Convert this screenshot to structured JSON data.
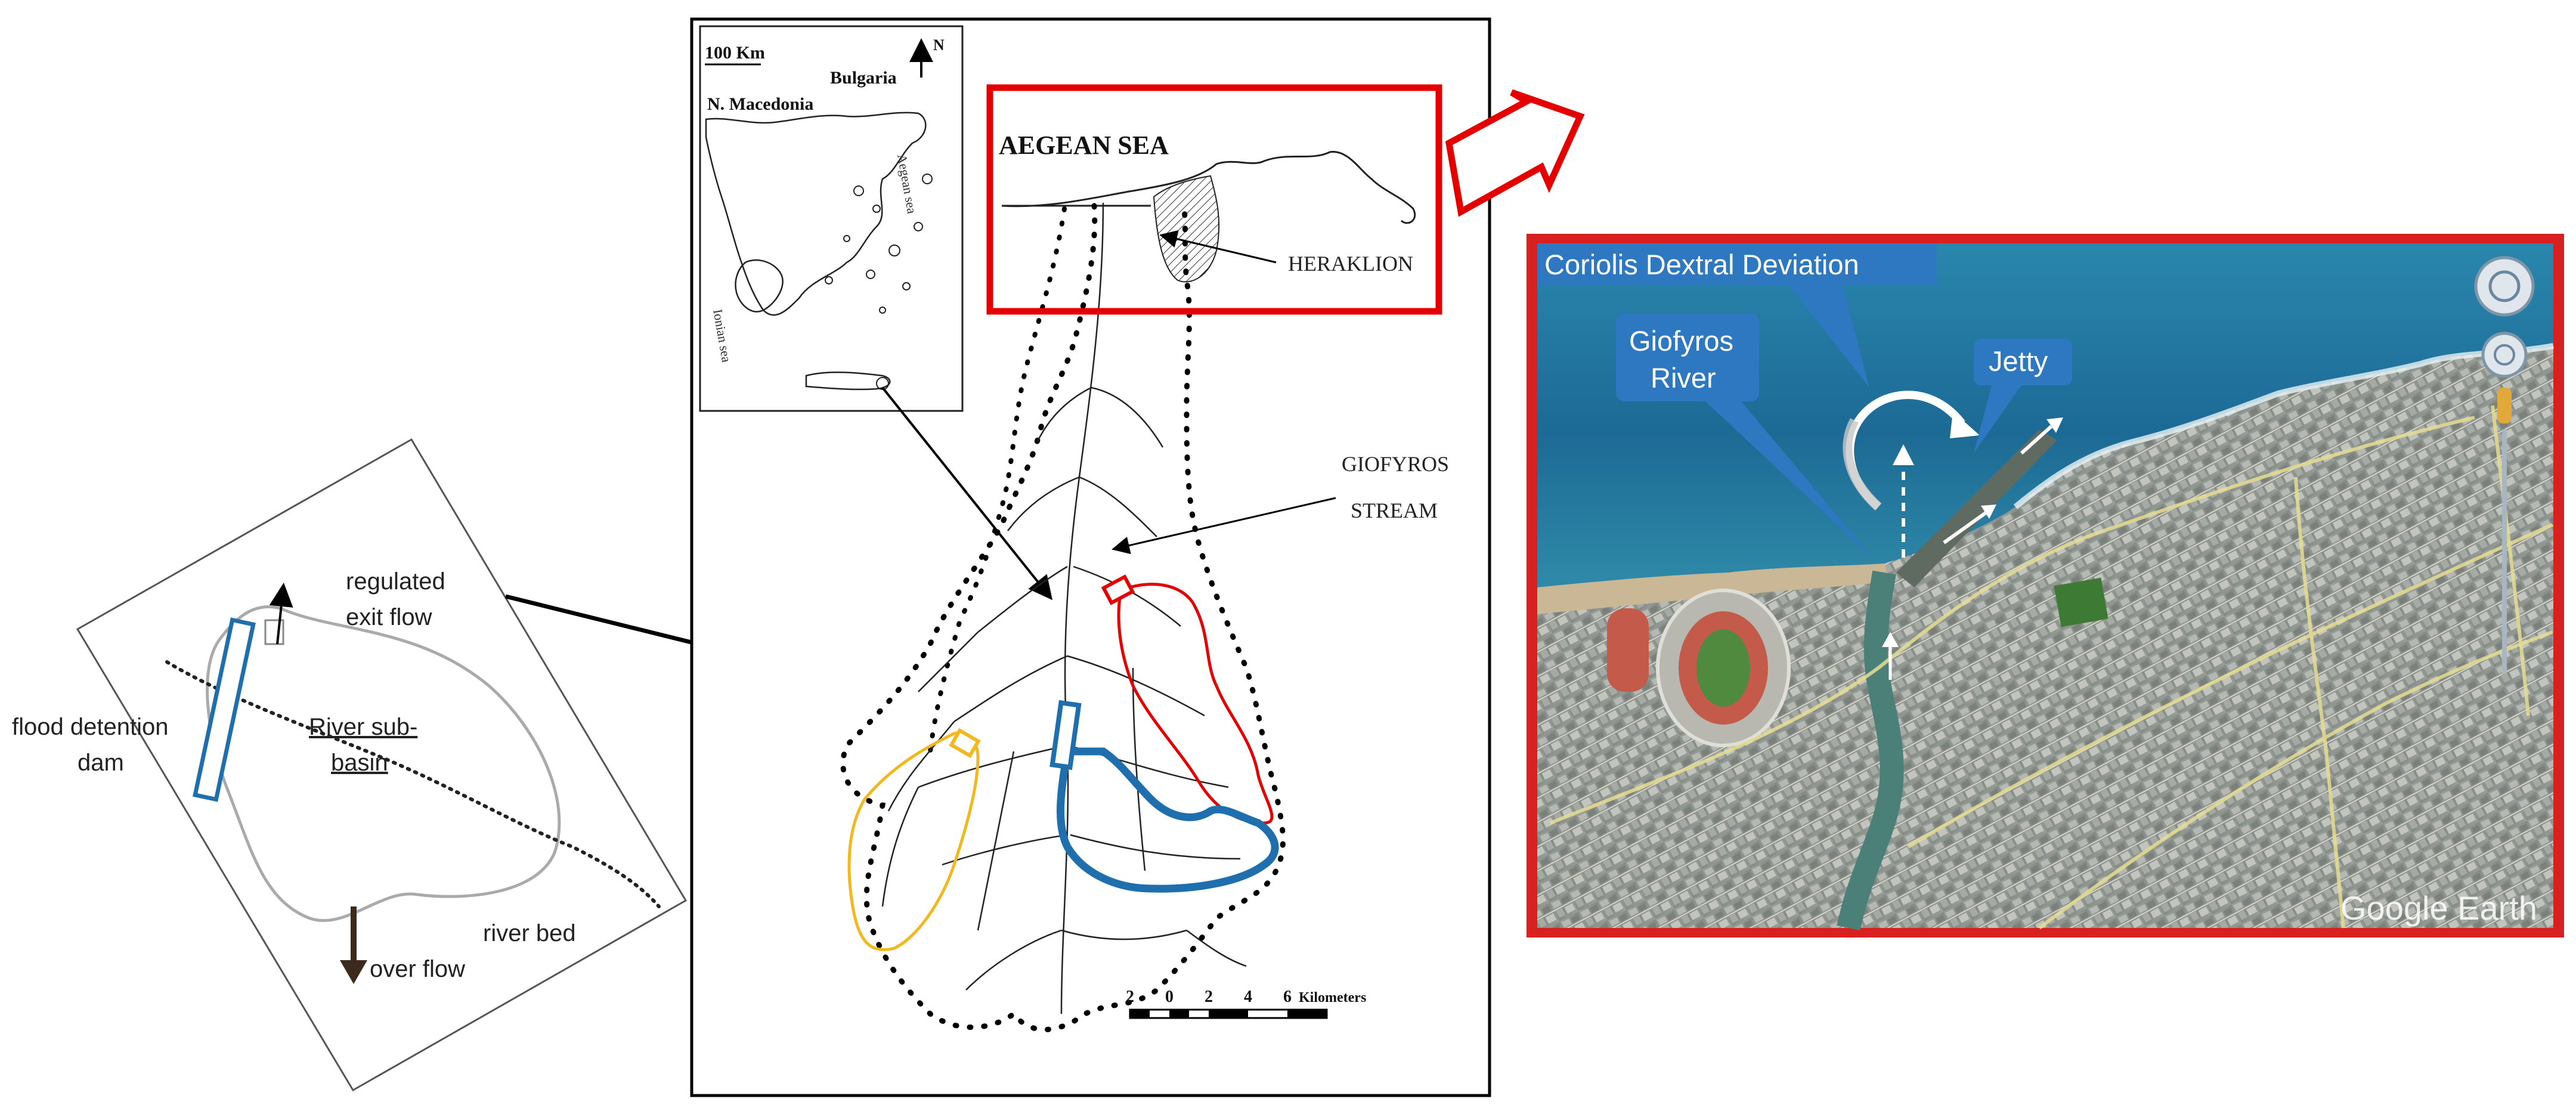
{
  "detail_panel": {
    "labels": {
      "regulated_exit_flow_line1": "regulated",
      "regulated_exit_flow_line2": "exit flow",
      "flood_detention_dam_line1": "flood detention",
      "flood_detention_dam_line2": "dam",
      "river_sub_basin_line1": "River sub-",
      "river_sub_basin_line2": "basin",
      "river_bed": "river bed",
      "over_flow": "over flow"
    }
  },
  "inset_map": {
    "scale": "100 Km",
    "north": "N",
    "country_bulgaria": "Bulgaria",
    "country_n_macedonia": "N. Macedonia",
    "aegean_sea_vertical": "Aegean sea",
    "ionian_sea_vertical": "Ionian sea"
  },
  "basin_map": {
    "aegean_sea": "AEGEAN SEA",
    "heraklion": "HERAKLION",
    "giofyros_line1": "GIOFYROS",
    "giofyros_line2": "STREAM",
    "scale_ticks": [
      "2",
      "0",
      "2",
      "4",
      "6"
    ],
    "scale_unit": "Kilometers"
  },
  "satellite_panel": {
    "coriolis_label": "Coriolis Dextral Deviation",
    "giofyros_line1": "Giofyros",
    "giofyros_line2": "River",
    "jetty": "Jetty",
    "watermark": "Google Earth"
  },
  "colors": {
    "highlight_red": "#e50000",
    "dam_blue": "#1f6fae",
    "yellow_subbasin": "#f2b81d",
    "callout_blue": "#2d78c0",
    "sea": "#1b5f8a",
    "urban": "#8d948f"
  }
}
